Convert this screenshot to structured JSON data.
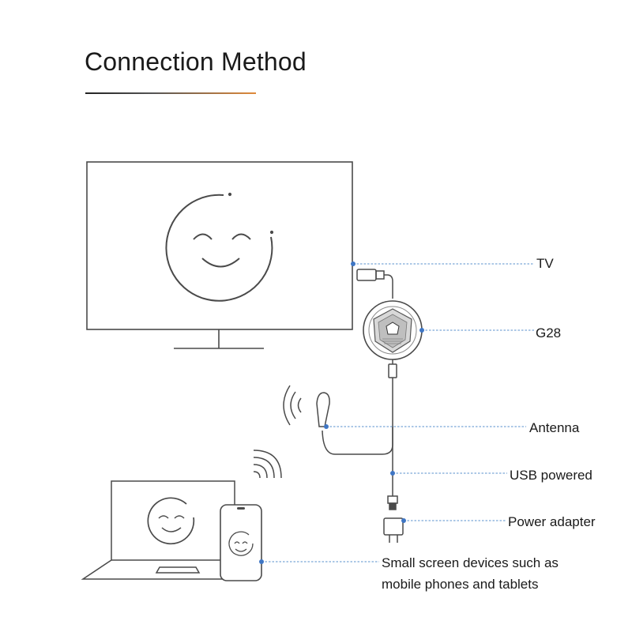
{
  "title": "Connection Method",
  "labels": {
    "tv": "TV",
    "g28": "G28",
    "antenna": "Antenna",
    "usb": "USB powered",
    "power": "Power adapter",
    "small_line1": "Small screen devices such as",
    "small_line2": "mobile phones and tablets"
  },
  "colors": {
    "line": "#4a4a4a",
    "leader": "#7aa6d8",
    "dot": "#3f76c4",
    "accent": "#e08a3a"
  }
}
